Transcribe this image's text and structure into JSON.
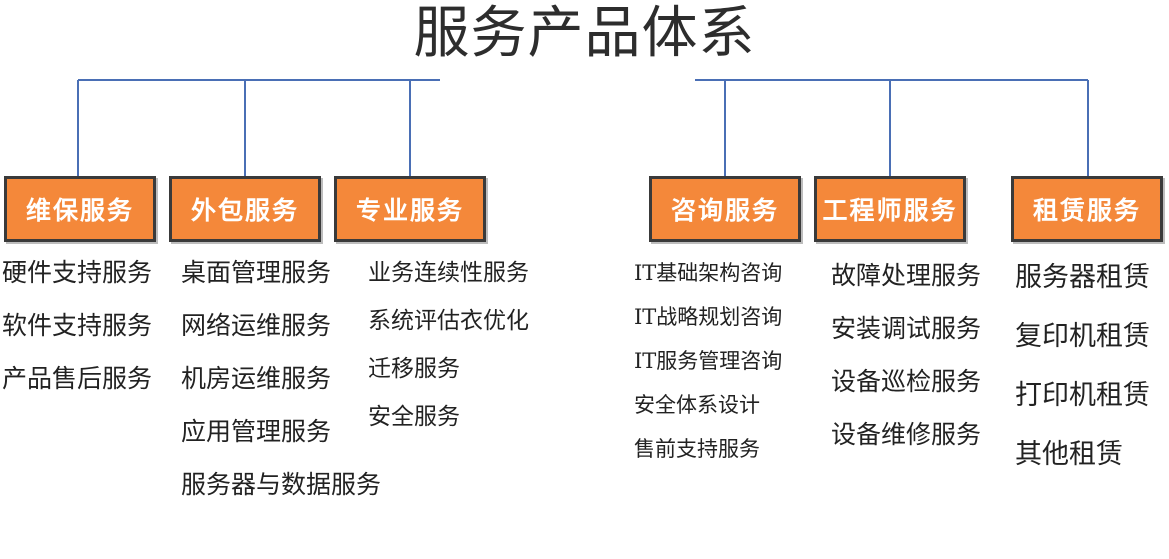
{
  "title": "服务产品体系",
  "categories": [
    {
      "label": "维保服务",
      "items": [
        "硬件支持服务",
        "软件支持服务",
        "产品售后服务"
      ]
    },
    {
      "label": "外包服务",
      "items": [
        "桌面管理服务",
        "网络运维服务",
        "机房运维服务",
        "应用管理服务",
        "服务器与数据服务"
      ]
    },
    {
      "label": "专业服务",
      "items": [
        "业务连续性服务",
        "系统评估衣优化",
        "迁移服务",
        "安全服务"
      ]
    },
    {
      "label": "咨询服务",
      "items": [
        "IT基础架构咨询",
        "IT战略规划咨询",
        "IT服务管理咨询",
        "安全体系设计",
        "售前支持服务"
      ]
    },
    {
      "label": "工程师服务",
      "items": [
        "故障处理服务",
        "安装调试服务",
        "设备巡检服务",
        "设备维修服务"
      ]
    },
    {
      "label": "租赁服务",
      "items": [
        "服务器租赁",
        "复印机租赁",
        "打印机租赁",
        "其他租赁"
      ]
    }
  ],
  "colors": {
    "box_fill": "#f4883a",
    "box_border": "#3a3a3a",
    "box_text": "#ffffff",
    "connector": "#4a6fb5",
    "title": "#2d2d2d"
  }
}
